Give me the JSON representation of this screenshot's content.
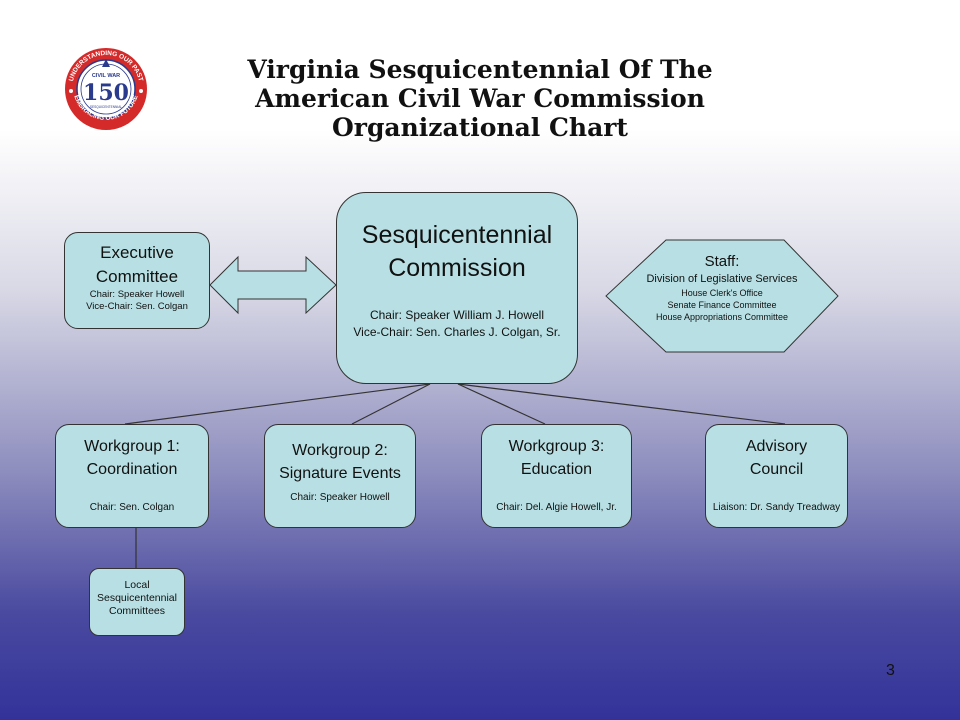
{
  "title": {
    "line1": "Virginia Sesquicentennial Of The",
    "line2": "American Civil War Commission",
    "line3": "Organizational Chart"
  },
  "logo": {
    "ring_top": "UNDERSTANDING OUR PAST",
    "ring_bottom": "EMBRACING OUR FUTURE",
    "center_top": "CIVIL WAR",
    "center_number": "150",
    "center_bottom": "SESQUICENTENNIAL"
  },
  "executive_committee": {
    "title": "Executive Committee",
    "chair": "Chair:  Speaker Howell",
    "vice_chair": "Vice-Chair: Sen. Colgan"
  },
  "commission": {
    "title_line1": "Sesquicentennial",
    "title_line2": "Commission",
    "chair": "Chair:  Speaker William J. Howell",
    "vice_chair": "Vice-Chair:  Sen.  Charles  J.  Colgan, Sr."
  },
  "staff": {
    "title": "Staff:",
    "line1": "Division of Legislative Services",
    "line2": "House Clerk's Office",
    "line3": "Senate Finance Committee",
    "line4": "House Appropriations Committee"
  },
  "workgroups": [
    {
      "line1": "Workgroup 1:",
      "line2": "Coordination",
      "chair": "Chair: Sen. Colgan"
    },
    {
      "line1": "Workgroup 2:",
      "line2": "Signature Events",
      "chair": "Chair:  Speaker Howell"
    },
    {
      "line1": "Workgroup 3:",
      "line2": "Education",
      "chair": "Chair:  Del. Algie Howell, Jr."
    },
    {
      "line1": "Advisory",
      "line2": "Council",
      "chair": "Liaison: Dr. Sandy Treadway"
    }
  ],
  "local_committees": {
    "line1": "Local",
    "line2": "Sesquicentennial",
    "line3": "Committees"
  },
  "page_number": "3",
  "colors": {
    "box_fill": "#b8e0e4",
    "outline": "#333333",
    "logo_red": "#d42a2a",
    "logo_blue": "#2a3a8c"
  }
}
